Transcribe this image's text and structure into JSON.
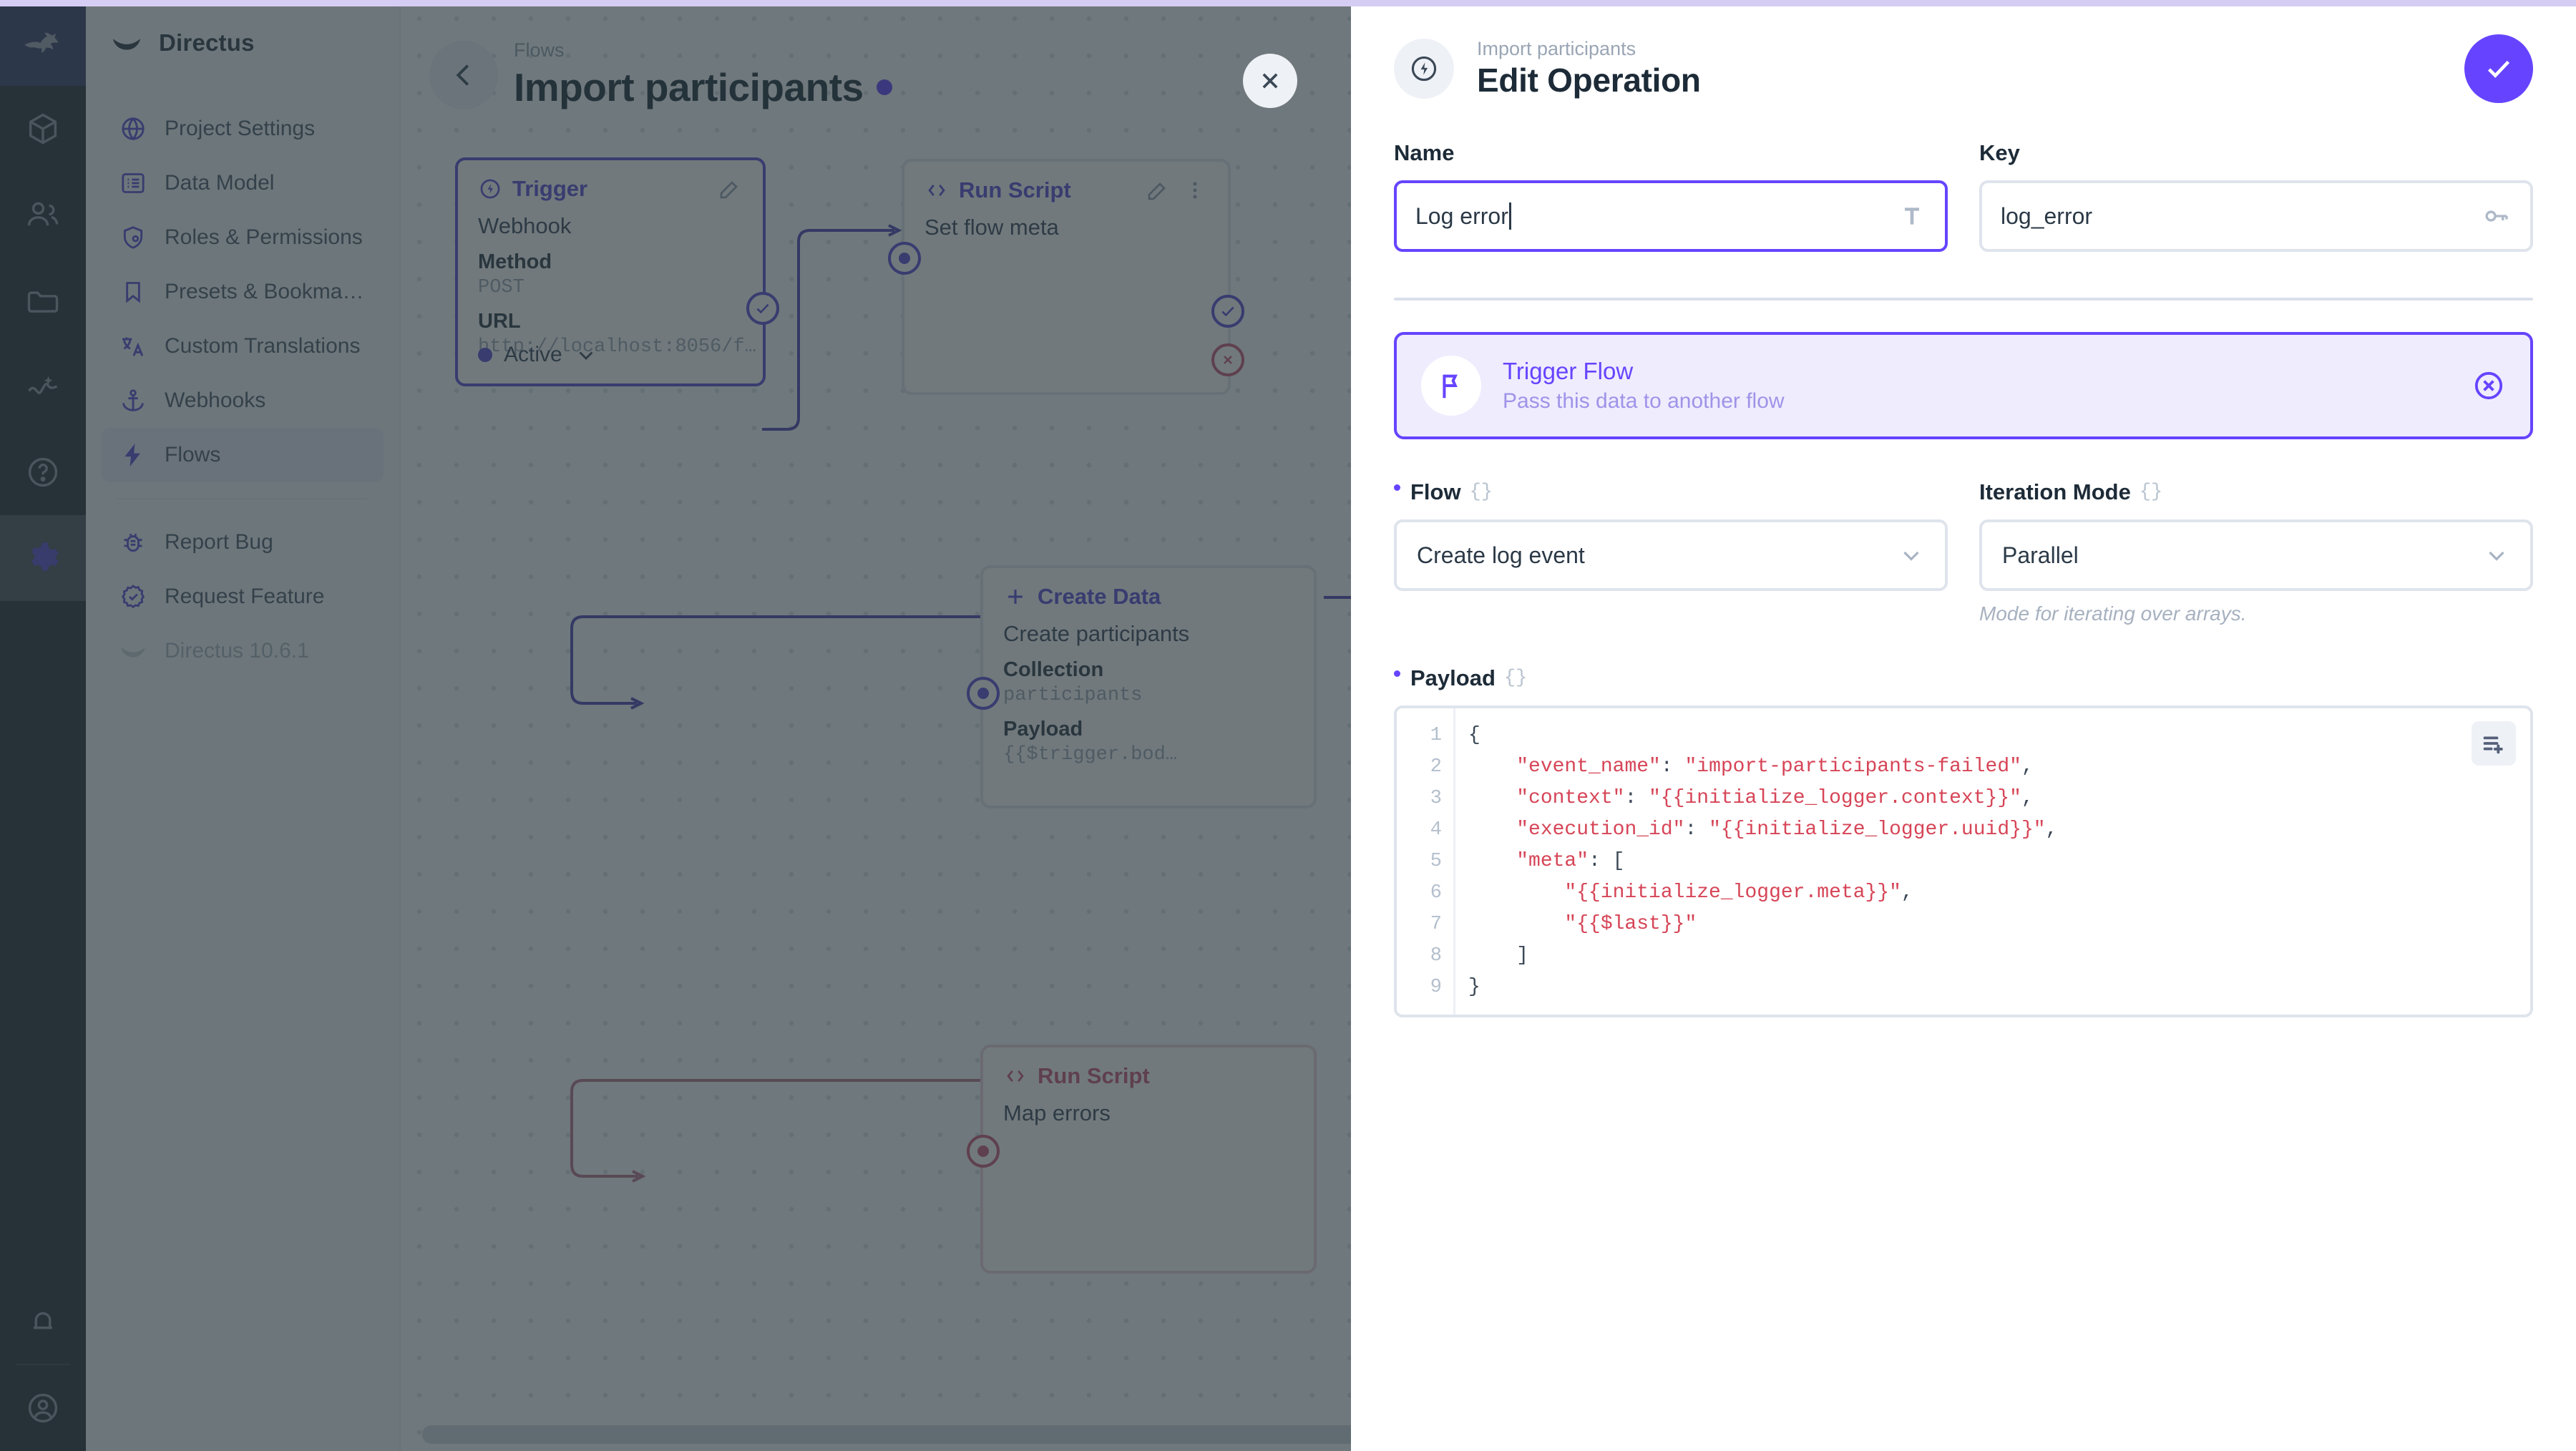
{
  "app": {
    "brand": "Directus",
    "version_label": "Directus 10.6.1"
  },
  "module_bar": {
    "items": [
      {
        "name": "logo",
        "icon": "directus-rabbit-logo"
      },
      {
        "name": "content",
        "icon": "box-icon"
      },
      {
        "name": "users",
        "icon": "people-icon"
      },
      {
        "name": "files",
        "icon": "folder-icon"
      },
      {
        "name": "insights",
        "icon": "insights-icon"
      },
      {
        "name": "docs",
        "icon": "help-circle-icon"
      },
      {
        "name": "settings",
        "icon": "gear-icon",
        "active": true
      },
      {
        "name": "notifications",
        "icon": "bell-icon"
      },
      {
        "name": "account",
        "icon": "account-circle-icon"
      }
    ]
  },
  "sidebar": {
    "title": "Directus",
    "items": [
      {
        "label": "Project Settings",
        "icon": "public-icon"
      },
      {
        "label": "Data Model",
        "icon": "list-alt-icon"
      },
      {
        "label": "Roles & Permissions",
        "icon": "admin-panel-icon"
      },
      {
        "label": "Presets & Bookmar…",
        "icon": "bookmark-icon"
      },
      {
        "label": "Custom Translations",
        "icon": "translate-icon"
      },
      {
        "label": "Webhooks",
        "icon": "anchor-icon"
      },
      {
        "label": "Flows",
        "icon": "bolt-icon",
        "active": true
      }
    ],
    "footer_items": [
      {
        "label": "Report Bug",
        "icon": "bug-report-icon"
      },
      {
        "label": "Request Feature",
        "icon": "rocket-badge-icon"
      },
      {
        "label": "Directus 10.6.1",
        "icon": "directus-rabbit-logo",
        "muted": true
      }
    ]
  },
  "flow_header": {
    "eyebrow": "Flows",
    "title": "Import participants",
    "status_dot_color": "#6644ff",
    "back_icon": "arrow-left-icon"
  },
  "canvas": {
    "close_icon": "close-icon",
    "nodes": [
      {
        "type": "Trigger",
        "type_icon": "trigger-bolt-icon",
        "selected": true,
        "name": "Webhook",
        "fields": [
          {
            "key": "Method",
            "value": "POST"
          },
          {
            "key": "URL",
            "value": "http://localhost:8056/f…",
            "copyable": true
          }
        ],
        "status": "Active",
        "edit_icon": "pencil-icon"
      },
      {
        "type": "Run Script",
        "type_icon": "code-brackets-icon",
        "name": "Set flow meta",
        "edit_icon": "pencil-icon",
        "menu_icon": "dots-vertical-icon"
      },
      {
        "type": "Create Data",
        "type_icon": "plus-icon",
        "name": "Create participants",
        "fields": [
          {
            "key": "Collection",
            "value": "participants"
          },
          {
            "key": "Payload",
            "value": "{{$trigger.bod…"
          }
        ]
      },
      {
        "type": "Run Script",
        "type_icon": "code-brackets-icon",
        "name": "Map errors",
        "error": true
      }
    ]
  },
  "drawer": {
    "eyebrow": "Import participants",
    "title": "Edit Operation",
    "header_icon": "trigger-bolt-icon",
    "save_icon": "check-icon",
    "name_field": {
      "label": "Name",
      "value": "Log error",
      "icon": "text-format-icon",
      "focused": true
    },
    "key_field": {
      "label": "Key",
      "value": "log_error",
      "icon": "key-icon"
    },
    "banner": {
      "title": "Trigger Flow",
      "subtitle": "Pass this data to another flow",
      "icon": "flag-icon",
      "close_icon": "close-circle-icon",
      "accent": "#6644ff",
      "bg": "#efecfe"
    },
    "flow_field": {
      "label": "Flow",
      "braces": "{}",
      "value": "Create log event",
      "required": true,
      "chevron_icon": "chevron-down-icon"
    },
    "iteration_field": {
      "label": "Iteration Mode",
      "braces": "{}",
      "value": "Parallel",
      "note": "Mode for iterating over arrays.",
      "chevron_icon": "chevron-down-icon"
    },
    "payload_field": {
      "label": "Payload",
      "braces": "{}",
      "required": true,
      "fab_icon": "playlist-add-icon",
      "line_numbers": [
        "1",
        "2",
        "3",
        "4",
        "5",
        "6",
        "7",
        "8",
        "9"
      ],
      "lines": [
        {
          "segments": [
            {
              "t": "{",
              "c": "plain"
            }
          ]
        },
        {
          "segments": [
            {
              "t": "    ",
              "c": "plain"
            },
            {
              "t": "\"event_name\"",
              "c": "str"
            },
            {
              "t": ": ",
              "c": "plain"
            },
            {
              "t": "\"import-participants-failed\"",
              "c": "str"
            },
            {
              "t": ",",
              "c": "plain"
            }
          ]
        },
        {
          "segments": [
            {
              "t": "    ",
              "c": "plain"
            },
            {
              "t": "\"context\"",
              "c": "str"
            },
            {
              "t": ": ",
              "c": "plain"
            },
            {
              "t": "\"{{initialize_logger.context}}\"",
              "c": "str"
            },
            {
              "t": ",",
              "c": "plain"
            }
          ]
        },
        {
          "segments": [
            {
              "t": "    ",
              "c": "plain"
            },
            {
              "t": "\"execution_id\"",
              "c": "str"
            },
            {
              "t": ": ",
              "c": "plain"
            },
            {
              "t": "\"{{initialize_logger.uuid}}\"",
              "c": "str"
            },
            {
              "t": ",",
              "c": "plain"
            }
          ]
        },
        {
          "segments": [
            {
              "t": "    ",
              "c": "plain"
            },
            {
              "t": "\"meta\"",
              "c": "str"
            },
            {
              "t": ": [",
              "c": "plain"
            }
          ]
        },
        {
          "segments": [
            {
              "t": "        ",
              "c": "plain"
            },
            {
              "t": "\"{{initialize_logger.meta}}\"",
              "c": "str"
            },
            {
              "t": ",",
              "c": "plain"
            }
          ]
        },
        {
          "segments": [
            {
              "t": "        ",
              "c": "plain"
            },
            {
              "t": "\"{{$last}}\"",
              "c": "str"
            }
          ]
        },
        {
          "segments": [
            {
              "t": "    ]",
              "c": "plain"
            }
          ]
        },
        {
          "segments": [
            {
              "t": "}",
              "c": "plain"
            }
          ]
        }
      ]
    }
  }
}
